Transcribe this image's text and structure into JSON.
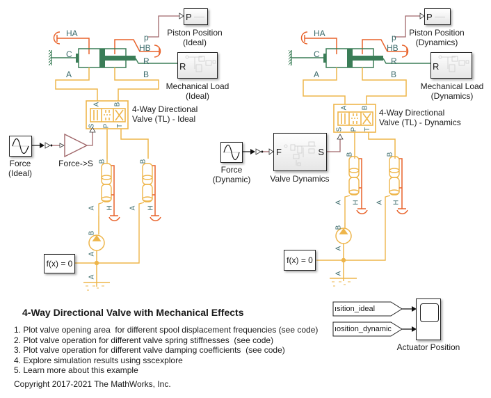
{
  "colors": {
    "hydraulic": "#eeb54a",
    "thermal": "#e8622a",
    "mechanical": "#3a7d57",
    "signal": "#a0676a",
    "block_border": "#222222"
  },
  "ideal": {
    "piston_position": {
      "port": "P",
      "label_1": "Piston Position",
      "label_2": "(Ideal)"
    },
    "mechanical_load": {
      "port": "R",
      "label_1": "Mechanical Load",
      "label_2": "(Ideal)"
    },
    "actuator_ports": {
      "HA": "HA",
      "HB": "HB",
      "C": "C",
      "R": "R",
      "A": "A",
      "B": "B",
      "p": "p"
    },
    "valve": {
      "label_1": "4-Way Directional",
      "label_2": "Valve (TL) - Ideal",
      "ports": {
        "A": "A",
        "B": "B",
        "S": "S",
        "P": "P",
        "T": "T"
      }
    },
    "force_source": {
      "label_1": "Force",
      "label_2": "(Ideal)",
      "icon": "sine-wave-icon"
    },
    "gain": {
      "label": "Force->S"
    },
    "pump": {
      "port_top": "B",
      "port_bottom": "A"
    },
    "solver": {
      "label": "f(x) = 0"
    },
    "reservoir_port": "A",
    "pipes": [
      {
        "top": "B",
        "bottom": "A",
        "thermal": "H"
      },
      {
        "top": "B",
        "bottom": "A",
        "thermal": "H"
      }
    ]
  },
  "dynamic": {
    "piston_position": {
      "port": "P",
      "label_1": "Piston Position",
      "label_2": "(Dynamics)"
    },
    "mechanical_load": {
      "port": "R",
      "label_1": "Mechanical Load",
      "label_2": "(Dynamics)"
    },
    "actuator_ports": {
      "HA": "HA",
      "HB": "HB",
      "C": "C",
      "R": "R",
      "A": "A",
      "B": "B",
      "p": "p"
    },
    "valve": {
      "label_1": "4-Way Directional",
      "label_2": "Valve (TL) - Dynamics",
      "ports": {
        "A": "A",
        "B": "B",
        "S": "S",
        "P": "P",
        "T": "T"
      }
    },
    "force_source": {
      "label_1": "Force",
      "label_2": "(Dynamic)",
      "icon": "sine-wave-icon"
    },
    "valve_dynamics": {
      "label": "Valve Dynamics",
      "port_in": "F",
      "port_out": "S"
    },
    "pump": {
      "port_top": "B",
      "port_bottom": "A"
    },
    "solver": {
      "label": "f(x) = 0"
    },
    "reservoir_port": "A",
    "pipes": [
      {
        "top": "B",
        "bottom": "A",
        "thermal": "H"
      },
      {
        "top": "B",
        "bottom": "A",
        "thermal": "H"
      }
    ]
  },
  "scope": {
    "label": "Actuator Position",
    "inputs": [
      "position_ideal",
      "position_dynamic"
    ],
    "input_display": [
      "ısition_ideal",
      "ıosition_dynamic"
    ]
  },
  "annotation": {
    "title": "4-Way Directional Valve with Mechanical Effects",
    "items": [
      "1. Plot valve opening area  for different spool displacement frequencies (see code)",
      "2. Plot valve operation for different valve spring stiffnesses  (see code)",
      "3. Plot valve operation for different valve damping coefficients  (see code)",
      "4. Explore simulation results using sscexplore",
      "5. Learn more about this example"
    ],
    "copyright": "Copyright 2017-2021 The MathWorks, Inc."
  }
}
